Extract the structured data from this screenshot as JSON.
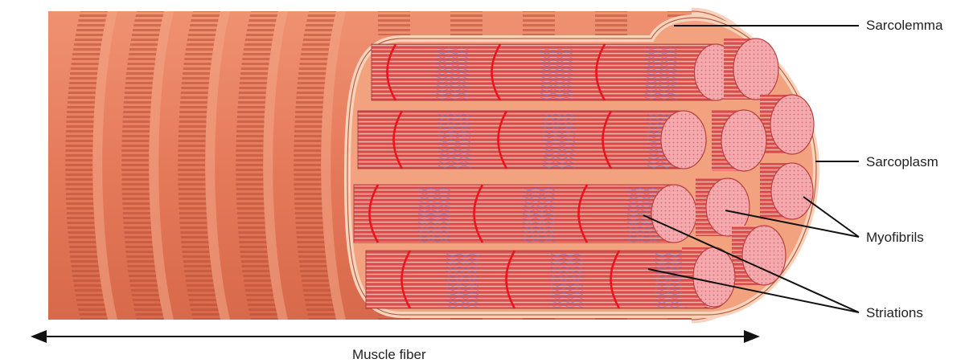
{
  "labels": {
    "sarcolemma": "Sarcolemma",
    "sarcoplasm": "Sarcoplasm",
    "myofibrils": "Myofibrils",
    "striations": "Striations",
    "muscle_fiber": "Muscle fiber"
  },
  "colors": {
    "fiber_body": "#e87a5a",
    "fiber_band": "#c9583a",
    "membrane": "#f7d3bd",
    "sarcoplasm": "#f2a27f",
    "myofibril": "#e05a55",
    "myofibril_end": "#f3a7ad",
    "z_line": "#e8141e",
    "filament_blue": "#6f78c8",
    "leader_line": "#111111"
  }
}
